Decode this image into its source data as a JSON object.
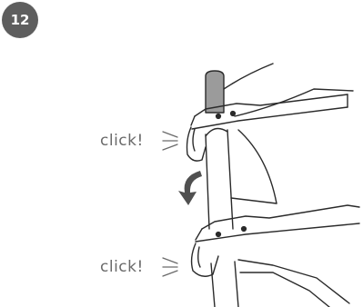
{
  "step": {
    "number": "12"
  },
  "labels": {
    "click_top": "click!",
    "click_bottom": "click!"
  },
  "colors": {
    "badge": "#5e5e5e",
    "line": "#2a2a2a",
    "handle": "#9b9b9b",
    "arrow": "#505050",
    "text": "#6a6a6a"
  },
  "icons": {
    "motion_arrow": "curved-down-arrow-icon",
    "click_mark": "click-lines-icon"
  }
}
